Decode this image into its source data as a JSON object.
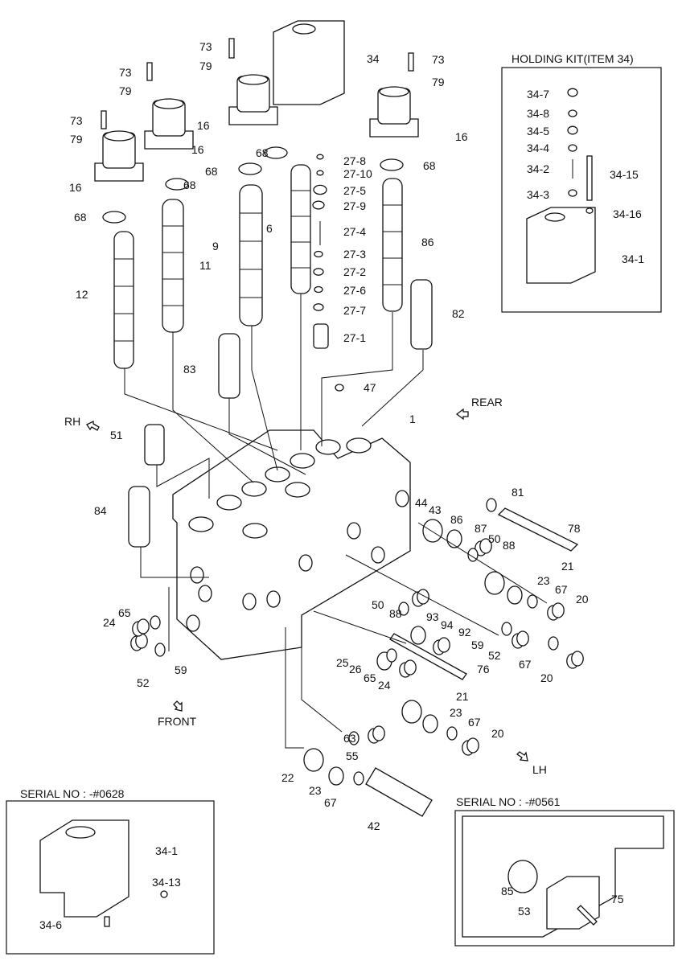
{
  "boxes": {
    "holding_kit_title": "HOLDING KIT(ITEM 34)",
    "serial_left_title": "SERIAL NO : -#0628",
    "serial_right_title": "SERIAL NO : -#0561"
  },
  "directions": {
    "rear": "REAR",
    "rh": "RH",
    "front": "FRONT",
    "lh": "LH"
  },
  "labels": [
    "73",
    "79",
    "73",
    "79",
    "73",
    "79",
    "16",
    "16",
    "16",
    "68",
    "68",
    "68",
    "68",
    "34",
    "73",
    "79",
    "16",
    "68",
    "27-8",
    "27-10",
    "27-5",
    "27-9",
    "27-4",
    "27-3",
    "27-2",
    "27-6",
    "27-7",
    "27-1",
    "6",
    "9",
    "11",
    "12",
    "86",
    "82",
    "83",
    "47",
    "1",
    "51",
    "81",
    "44",
    "43",
    "86",
    "78",
    "87",
    "50",
    "88",
    "84",
    "21",
    "23",
    "67",
    "20",
    "65",
    "24",
    "50",
    "88",
    "93",
    "94",
    "92",
    "59",
    "52",
    "67",
    "20",
    "59",
    "52",
    "25",
    "26",
    "65",
    "24",
    "76",
    "21",
    "23",
    "67",
    "20",
    "63",
    "55",
    "22",
    "23",
    "67",
    "42"
  ],
  "kit_labels": [
    "34-7",
    "34-8",
    "34-5",
    "34-4",
    "34-2",
    "34-15",
    "34-3",
    "34-16",
    "34-1"
  ],
  "serial_left_labels": [
    "34-1",
    "34-13",
    "34-6"
  ],
  "serial_right_labels": [
    "85",
    "53",
    "75"
  ]
}
